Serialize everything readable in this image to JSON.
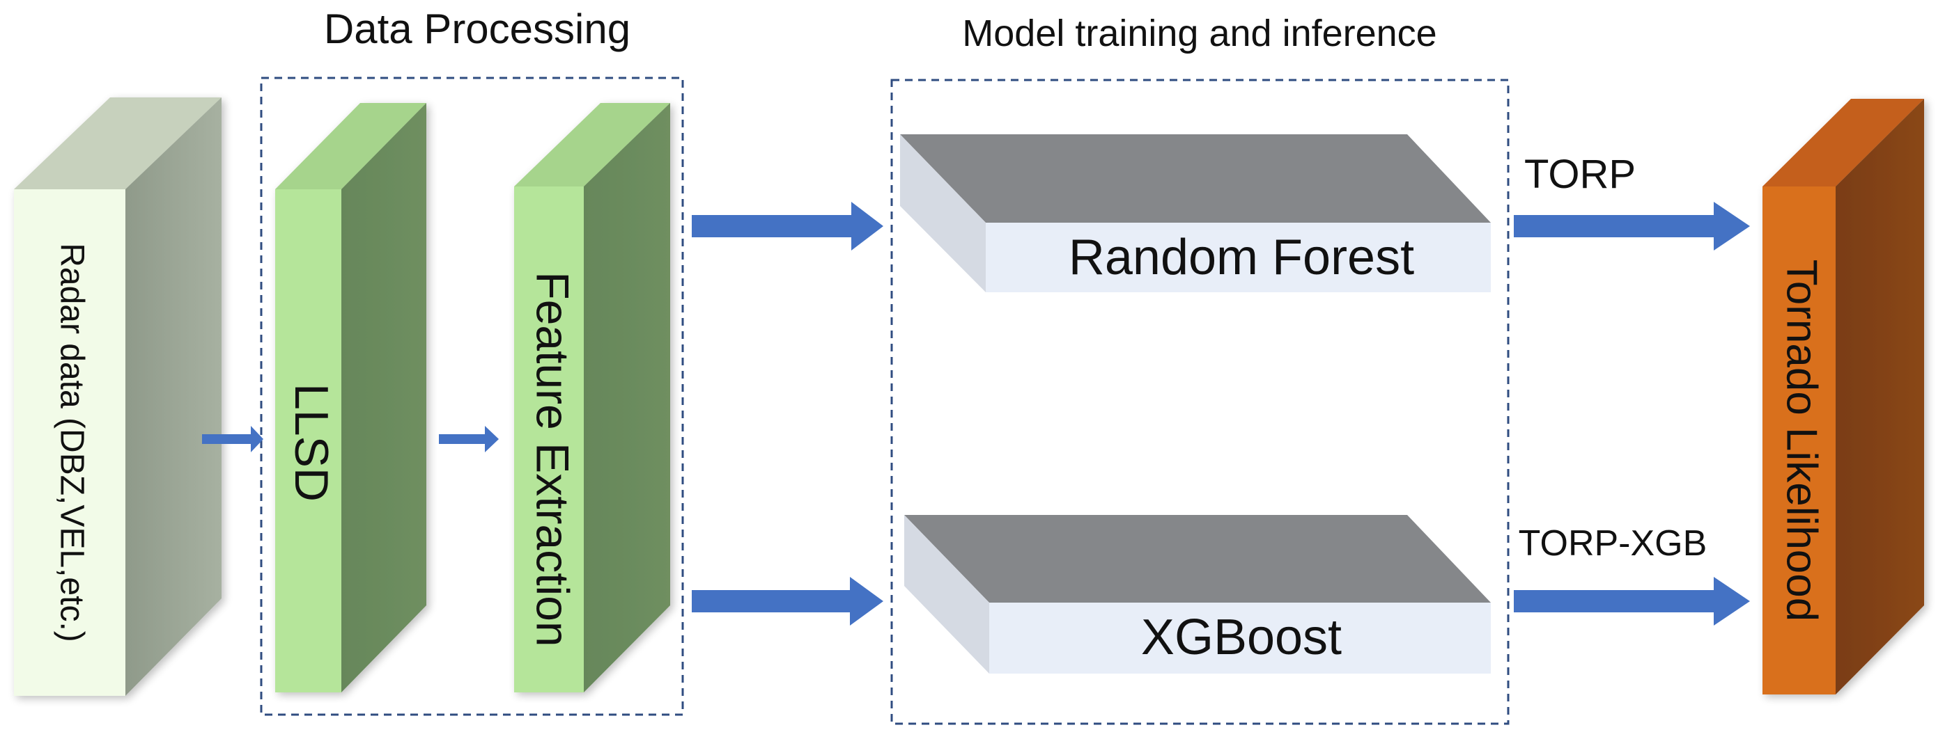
{
  "sections": {
    "data_processing": "Data Processing",
    "model_training": "Model training and inference"
  },
  "blocks": {
    "radar": "Radar data (DBZ,VEL,etc.)",
    "llsd": "LLSD",
    "feature_extraction": "Feature Extraction",
    "output": "Tornado Likelihood"
  },
  "models": {
    "random_forest": "Random Forest",
    "xgboost": "XGBoost"
  },
  "arrows": {
    "torp": "TORP",
    "torp_xgb": "TORP-XGB"
  },
  "colors": {
    "radar_front": "#f2fbe8",
    "radar_side": "#8f9a8a",
    "radar_top": "#c7d1bd",
    "green_front": "#b5e59a",
    "green_side": "#6a8a58",
    "green_top": "#a6d48c",
    "output_front": "#d9701f",
    "output_side": "#7a3d12",
    "output_top": "#c45f1c",
    "slab_top": "#85878a",
    "slab_side": "#d5dae3",
    "slab_front": "#e8eef8",
    "arrow": "#4472c4",
    "dashed_box": "#2f4c80"
  }
}
